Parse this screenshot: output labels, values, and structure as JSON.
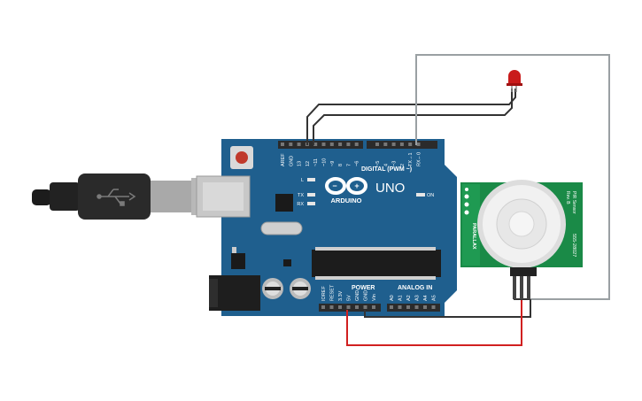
{
  "board": {
    "brand": "ARDUINO",
    "model": "UNO",
    "on_label": "ON",
    "digital_label": "DIGITAL (PWM ~)",
    "power_label": "POWER",
    "analog_label": "ANALOG IN",
    "led_labels": [
      "L",
      "TX",
      "RX"
    ],
    "digital_pins": [
      "AREF",
      "GND",
      "13",
      "12",
      "~11",
      "~10",
      "~9",
      "8",
      "7",
      "~6",
      "~5",
      "4",
      "~3",
      "2",
      "TX→1",
      "RX←0"
    ],
    "power_pins": [
      "IOREF",
      "RESET",
      "3.3V",
      "5V",
      "GND",
      "GND",
      "Vin"
    ],
    "analog_pins": [
      "A0",
      "A1",
      "A2",
      "A3",
      "A4",
      "A5"
    ],
    "colors": {
      "pcb": "#1f5f8e",
      "header": "#2b2b2b"
    }
  },
  "pir": {
    "title": "PIR Sensor",
    "revision": "Rev. B",
    "part_number": "555-28027",
    "brand": "PARALLAX",
    "colors": {
      "pcb": "#1a8a47",
      "dome": "#f1f1f1"
    }
  },
  "led": {
    "color": "#c91b1b"
  },
  "wires": {
    "black": "#333333",
    "red": "#d12020",
    "gray": "#9aa0a3"
  }
}
